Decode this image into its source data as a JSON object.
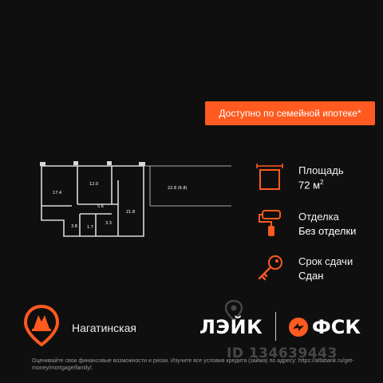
{
  "promo": {
    "label": "Доступно по семейной ипотеке*"
  },
  "floorplan": {
    "rooms": [
      {
        "id": "room-1",
        "area": "17.4"
      },
      {
        "id": "room-2",
        "area": "12.0"
      },
      {
        "id": "room-3",
        "area": "5.6"
      },
      {
        "id": "room-4",
        "area": "21.8"
      },
      {
        "id": "room-5",
        "area": "3.8"
      },
      {
        "id": "room-6",
        "area": "1.7"
      },
      {
        "id": "room-7",
        "area": "3.3"
      },
      {
        "id": "terrace",
        "area": "22.8 (6.8)"
      }
    ]
  },
  "features": [
    {
      "title": "Площадь",
      "value": "72 м",
      "unit_sup": "2",
      "icon": "area-icon"
    },
    {
      "title": "Отделка",
      "value": "Без отделки",
      "icon": "paint-roller-icon"
    },
    {
      "title": "Срок сдачи",
      "value": "Сдан",
      "icon": "key-icon"
    }
  ],
  "metro": {
    "station": "Нагатинская",
    "icon": "metro-icon"
  },
  "logos": {
    "lake": "ЛЭЙК",
    "fsk": "ФСК"
  },
  "watermark": {
    "id": "ID 134639443",
    "icon": "location-pin-icon"
  },
  "disclaimer": "Оценивайте свои финансовые возможности и риски. Изучите все условия кредита (займа) по адресу: https://alfabank.ru/get-money/mortgage/family/.",
  "colors": {
    "accent": "#ff5a1f",
    "background": "#0f0f0f"
  }
}
